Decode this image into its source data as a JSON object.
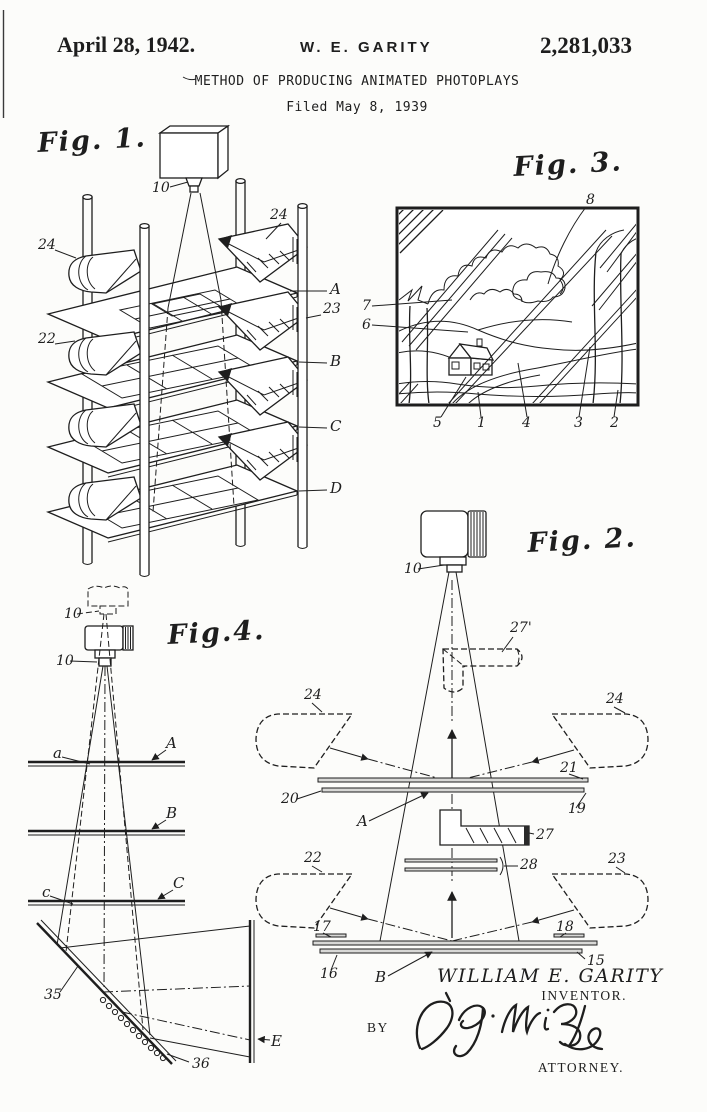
{
  "page": {
    "background": "#fcfcfa",
    "ink": "#1e1e1e"
  },
  "header": {
    "date": "April 28, 1942.",
    "inventor": "W. E. GARITY",
    "patent_number": "2,281,033",
    "title": "METHOD OF PRODUCING ANIMATED PHOTOPLAYS",
    "filed": "Filed May 8, 1939"
  },
  "fig1": {
    "caption": "Fig. 1.",
    "refs": {
      "camera": "10",
      "lamp_top_left": "24",
      "hood_top_right": "24",
      "lamp_left": "22",
      "hood_right": "23",
      "plane_a": "A",
      "plane_b": "B",
      "plane_c": "C",
      "plane_d": "D"
    }
  },
  "fig3": {
    "caption": "Fig. 3.",
    "refs": {
      "cloud": "8",
      "left_upper": "7",
      "left_lower": "6",
      "house": "5",
      "foreground": "1",
      "field": "4",
      "hill": "3",
      "tree": "2"
    }
  },
  "fig2": {
    "caption": "Fig. 2.",
    "refs": {
      "camera": "10",
      "phantom_bracket": "27'",
      "lamp_upper_left": "24",
      "lamp_upper_right": "24",
      "glass_top": "21",
      "glass_left": "20",
      "glass_bottom": "19",
      "plane_a": "A",
      "bracket": "27",
      "celluloid": "28",
      "lamp_lower_left": "22",
      "lamp_lower_right": "23",
      "glass_b_top_left": "17",
      "glass_b_top_right": "18",
      "glass_b_left": "16",
      "glass_b_right": "15",
      "plane_b": "B"
    }
  },
  "fig4": {
    "caption": "Fig.4.",
    "refs": {
      "camera_phantom": "10",
      "camera": "10",
      "point_a": "a",
      "plane_a": "A",
      "plane_b": "B",
      "point_c": "c",
      "plane_c": "C",
      "mirror": "35",
      "serrations": "36",
      "screen": "E"
    }
  },
  "signature": {
    "inventor_script": "WILLIAM E. GARITY",
    "inventor_caption": "INVENTOR.",
    "by": "BY",
    "attorney_caption": "ATTORNEY."
  }
}
